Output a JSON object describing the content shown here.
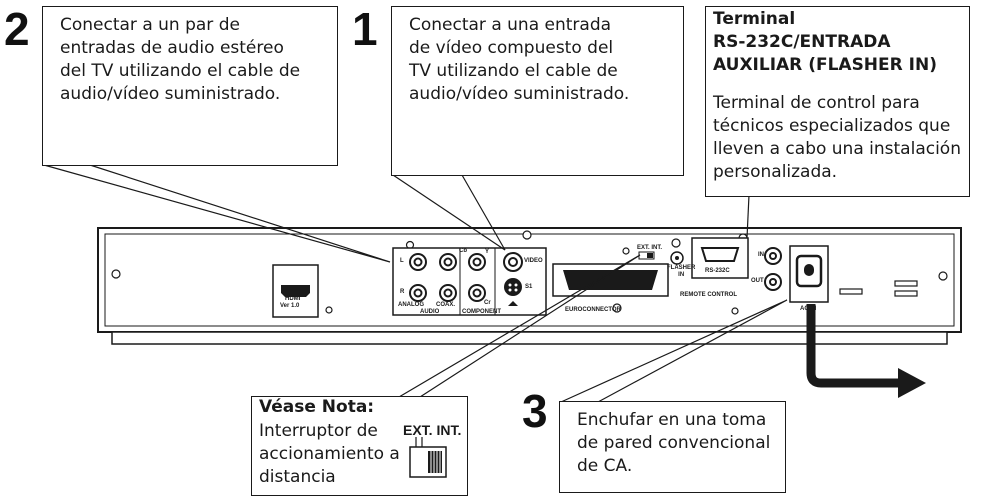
{
  "steps": {
    "n1": "1",
    "n2": "2",
    "n3": "3"
  },
  "callouts": {
    "c1": "Conectar a una entrada\nde vídeo compuesto del\nTV utilizando el cable de\naudio/vídeo suministrado.",
    "c2": "Conectar a un par de\nentradas de audio estéreo\ndel TV utilizando el cable de\naudio/vídeo suministrado.",
    "c3": "Enchufar en una toma\nde pared convencional\nde CA.",
    "terminal_title": "Terminal\nRS-232C/ENTRADA\nAUXILIAR (FLASHER IN)",
    "terminal_body": "Terminal de control para\ntécnicos especializados que\nlleven a cabo una instalación\npersonalizada.",
    "note_title": "Véase Nota:",
    "note_body": "Interruptor de\naccionamiento a\ndistancia",
    "switch_label": "EXT. INT."
  },
  "panel_labels": {
    "hdmi": "HDMI",
    "hdmi_ver": "Ver 1.0",
    "l": "L",
    "r": "R",
    "analog": "ANALOG",
    "audio": "AUDIO",
    "coax": "COAX.",
    "component": "COMPONENT",
    "cb": "Cb",
    "cr": "Cr",
    "y": "Y",
    "video": "VIDEO",
    "s1": "S1",
    "euroconnector": "EUROCONNECTOR",
    "ext_int": "EXT. INT.",
    "flasher_in": "FLASHER\nIN",
    "rs232c": "RS-232C",
    "in": "IN",
    "out": "OUT",
    "remote_control": "REMOTE CONTROL",
    "ac_in": "AC IN"
  }
}
